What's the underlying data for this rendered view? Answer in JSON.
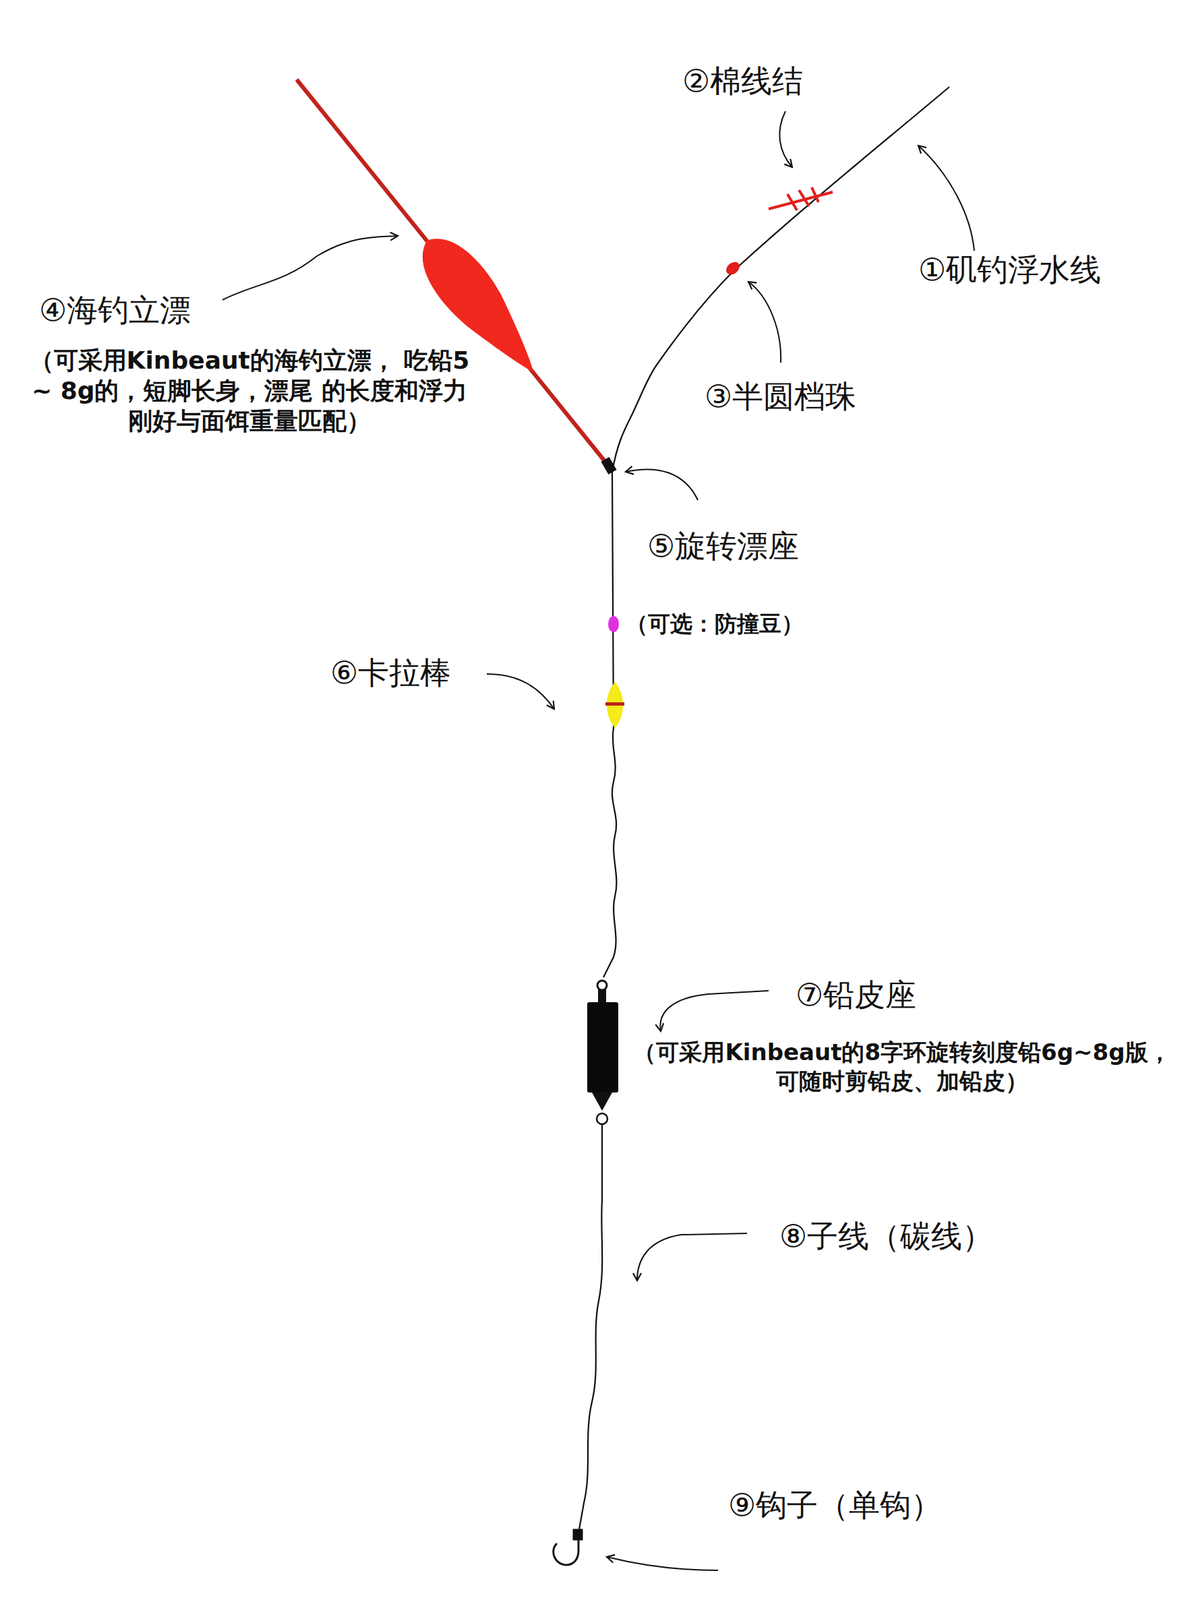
{
  "diagram": {
    "labels": [
      "②棉线结",
      "①矶钓浮水线",
      "③半圆档珠",
      "④海钓立漂",
      "（可采用Kinbeaut的海钓立漂， 吃铅5 ~ 8g的，短脚长身，漂尾 的长度和浮力刚好与面饵重量匹配）",
      "⑤旋转漂座",
      "（可选：防撞豆）",
      "⑥卡拉棒",
      "⑦铅皮座",
      "（可采用Kinbeaut的8字环旋转刻度铅6g~8g版， 可随时剪铅皮、加铅皮）",
      "⑧子线（碳线）",
      "⑨钩子（单钩）"
    ]
  }
}
